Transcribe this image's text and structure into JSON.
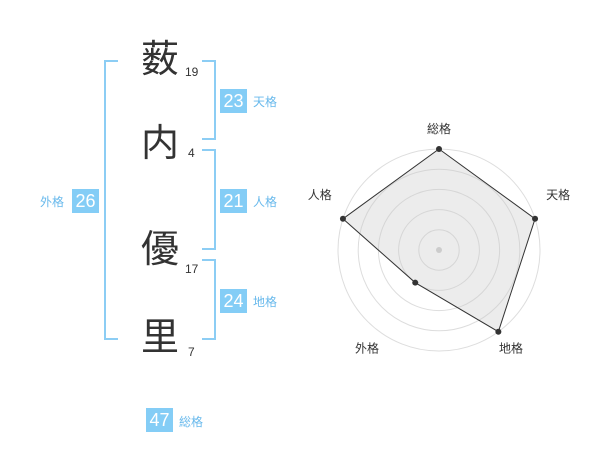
{
  "name": {
    "characters": [
      {
        "char": "薮",
        "strokes": "19"
      },
      {
        "char": "内",
        "strokes": "4"
      },
      {
        "char": "優",
        "strokes": "17"
      },
      {
        "char": "里",
        "strokes": "7"
      }
    ]
  },
  "scores": {
    "tenkaku": {
      "value": "23",
      "label": "天格"
    },
    "jinkaku": {
      "value": "21",
      "label": "人格"
    },
    "chikaku": {
      "value": "24",
      "label": "地格"
    },
    "gaikaku": {
      "value": "26",
      "label": "外格"
    },
    "soukaku": {
      "value": "47",
      "label": "総格"
    }
  },
  "colors": {
    "accent": "#84cdf6",
    "accent_text": "#68b9ec",
    "bracket": "#8ccdf4",
    "text": "#333333"
  },
  "chart_data": {
    "type": "radar",
    "axes": [
      "総格",
      "天格",
      "地格",
      "外格",
      "人格"
    ],
    "levels": 5,
    "values": [
      5,
      5,
      5,
      2,
      5
    ],
    "max": 5
  }
}
